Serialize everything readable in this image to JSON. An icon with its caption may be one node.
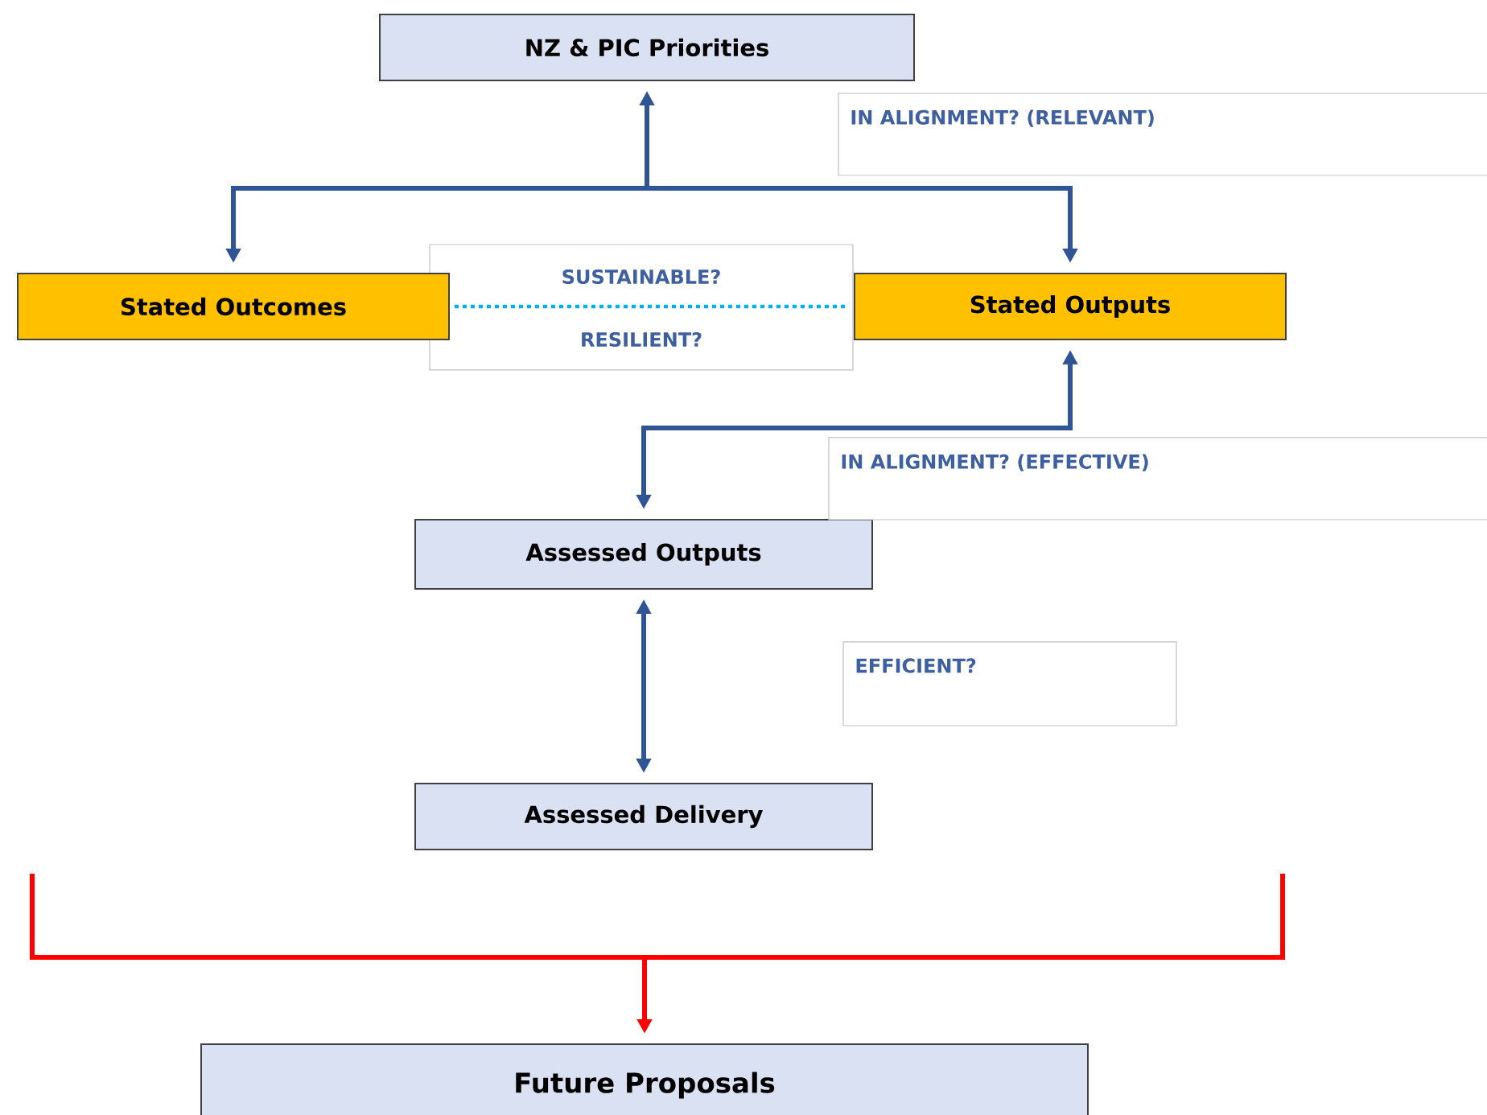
{
  "diagram": {
    "nodes": [
      {
        "text": [
          "NZ & PIC Priorities"
        ]
      },
      {
        "text": [
          "Stated Outcomes"
        ]
      },
      {
        "text": [
          "Stated Outputs"
        ]
      },
      {
        "text": [
          "Assessed Outputs"
        ]
      },
      {
        "text": [
          "Assessed Delivery"
        ]
      },
      {
        "text": [
          "Future Proposals"
        ]
      },
      {
        "text": [
          "IN ALIGNMENT? (RELEVANT)"
        ]
      },
      {
        "text": [
          "IN ALIGNMENT? (EFFECTIVE)"
        ]
      },
      {
        "text": [
          "EFFICIENT?"
        ]
      }
    ],
    "edges": [
      {
        "from": 1,
        "to": 0,
        "arrow": "both"
      },
      {
        "from": 2,
        "to": 0,
        "arrow": "both"
      },
      {
        "from": 1,
        "to": 2,
        "arrow": "none",
        "style": "dashed",
        "color": "#00b0f0"
      },
      {
        "from": 2,
        "to": 3,
        "arrow": "both"
      },
      {
        "from": 3,
        "to": 4,
        "arrow": "both"
      },
      {
        "from": null,
        "to": 5,
        "arrow": "to",
        "color": "#ff0000"
      }
    ],
    "labels": [
      "SUSTAINABLE?",
      "RESILIENT?"
    ]
  }
}
